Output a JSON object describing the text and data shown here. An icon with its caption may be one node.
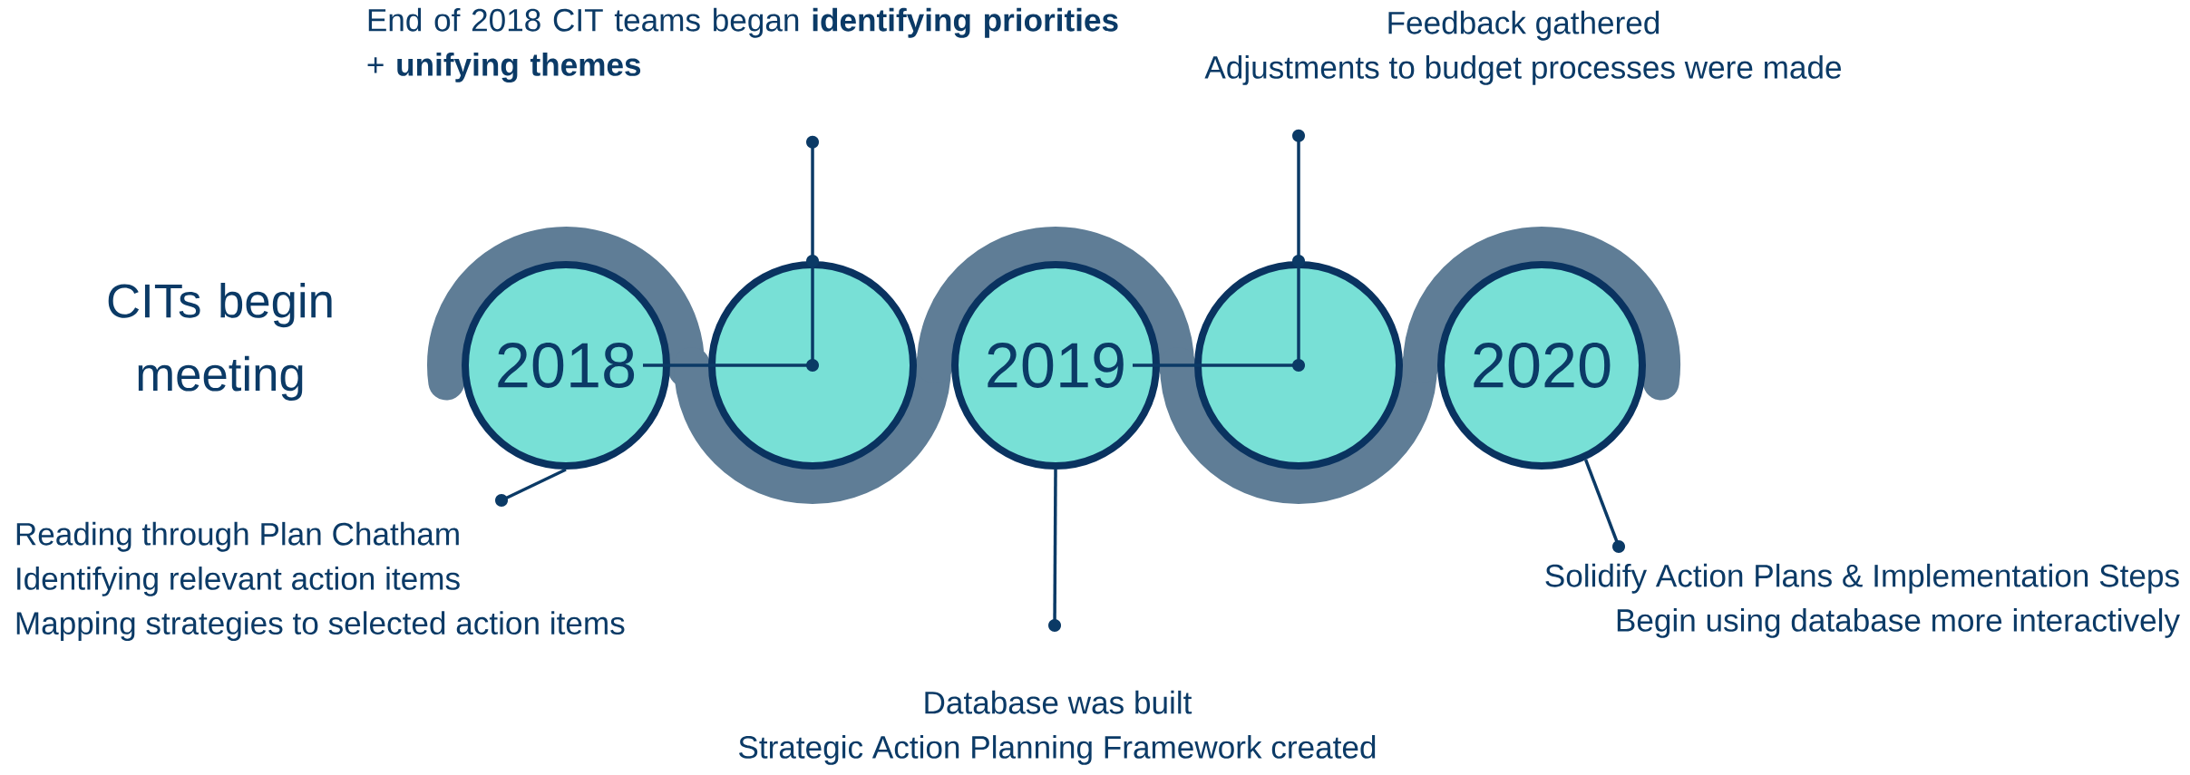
{
  "diagram": {
    "nodes": [
      {
        "text": [
          "2018"
        ]
      },
      {
        "text": [],
        "shape": "circle"
      },
      {
        "text": [
          "2019"
        ]
      },
      {
        "text": [],
        "shape": "circle"
      },
      {
        "text": [
          "2020"
        ]
      },
      {
        "text": [
          "End of 2018 CIT teams began **identifying priorities** + **unifying themes**"
        ]
      },
      {
        "text": [
          "Feedback gathered",
          "Adjustments to budget processes were made"
        ]
      },
      {
        "text": [
          "Reading through Plan Chatham",
          "Identifying relevant action items",
          "Mapping strategies to selected action items"
        ]
      },
      {
        "text": [
          "Database was built",
          "Strategic Action Planning Framework created"
        ]
      },
      {
        "text": [
          "Solidify Action Plans & Implementation Steps",
          "Begin using database more interactively"
        ]
      }
    ],
    "edges": [
      {
        "from": 0,
        "to": 1,
        "arrow": "other"
      },
      {
        "from": 1,
        "to": 5,
        "arrow": "other"
      },
      {
        "from": 2,
        "to": 3,
        "arrow": "other"
      },
      {
        "from": 3,
        "to": 6,
        "arrow": "other"
      },
      {
        "from": 0,
        "to": 7,
        "arrow": "other"
      },
      {
        "from": 2,
        "to": 8,
        "arrow": "other"
      },
      {
        "from": 4,
        "to": 9,
        "arrow": "other"
      }
    ],
    "labels": [
      "CITs begin meeting"
    ]
  }
}
